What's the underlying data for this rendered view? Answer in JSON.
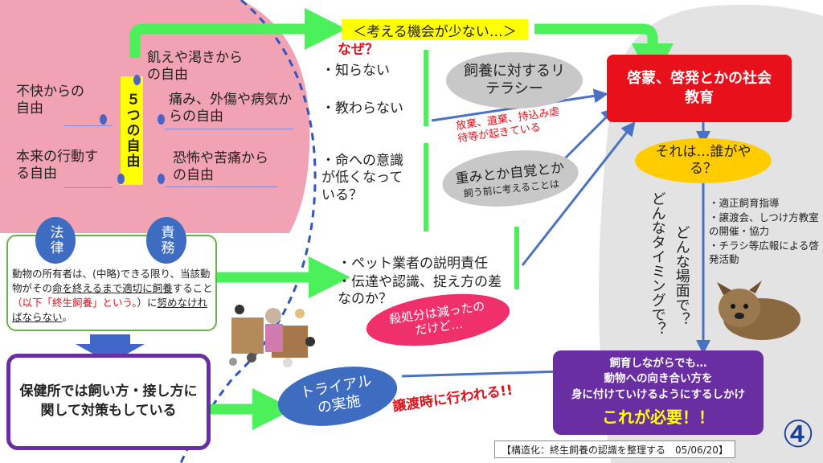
{
  "freedoms": {
    "center_label": "５つの自由",
    "hunger": "飢えや渇きからの自由",
    "discomfort": "不快からの自由",
    "pain": "痛み、外傷や病気からの自由",
    "behavior": "本来の行動する自由",
    "fear": "恐怖や苦痛からの自由"
  },
  "law": {
    "bubble_law": "法律",
    "bubble_duty": "責務",
    "text_part1": "動物の所有者は、(中略)できる限り、当該動物がその",
    "text_life": "命を終えるまで適切に飼養",
    "text_part2": "すること",
    "text_red": "（以下「終生飼養」という。",
    "text_part3": "）に",
    "text_effort": "努めなければならない",
    "text_end": "。"
  },
  "health_center": "保健所では飼い方・接し方に関して対策もしている",
  "trial": {
    "label": "トライアルの実施",
    "red_note": "譲渡時に行われる!!"
  },
  "few_chances": "＜考える機会が少ない…＞",
  "why": "なぜ？",
  "reasons": {
    "dont_know": "・知らない",
    "not_taught": "・教わらない",
    "low_awareness": "・命への意識が低くなっている？",
    "pet_shop": "・ペット業者の説明責任",
    "communication": "・伝達や認識、捉え方の差なのか？"
  },
  "literacy": "飼養に対するリテラシー",
  "abandon_note": "放棄、遺棄、持込み虐待等が起きている",
  "weight": {
    "main": "重みとか自覚とか",
    "sub": "飼う前に考えることは"
  },
  "disposal": "殺処分は減ったのだけど…",
  "education": "啓蒙、啓発とかの社会教育",
  "who": "それは…誰がやる？",
  "activities": [
    "・適正飼育指導",
    "・譲渡会、しつけ方教室の開催・協力",
    "・チラシ等広報による啓発活動"
  ],
  "vertical_q1": "どんな場面で？",
  "vertical_q2": "どんなタイミングで？",
  "mechanism": {
    "line1": "飼育しながらでも…",
    "line2": "動物への向き合い方を",
    "line3": "身に付けていけるようにするしかけ",
    "needed": "これが必要！！"
  },
  "footer": "【構造化：終生飼養の認識を整理する　05/06/20】",
  "page_number": "④",
  "colors": {
    "pink_region": "#f2a3b3",
    "gray_region": "#e3e3e3",
    "green_arrow": "#4cf05a",
    "blue_arrow": "#4a72c4",
    "red_box": "#e8101a",
    "yellow": "#ffcc00",
    "purple": "#6a2ea3",
    "blue_bubble": "#3d6cc0"
  }
}
